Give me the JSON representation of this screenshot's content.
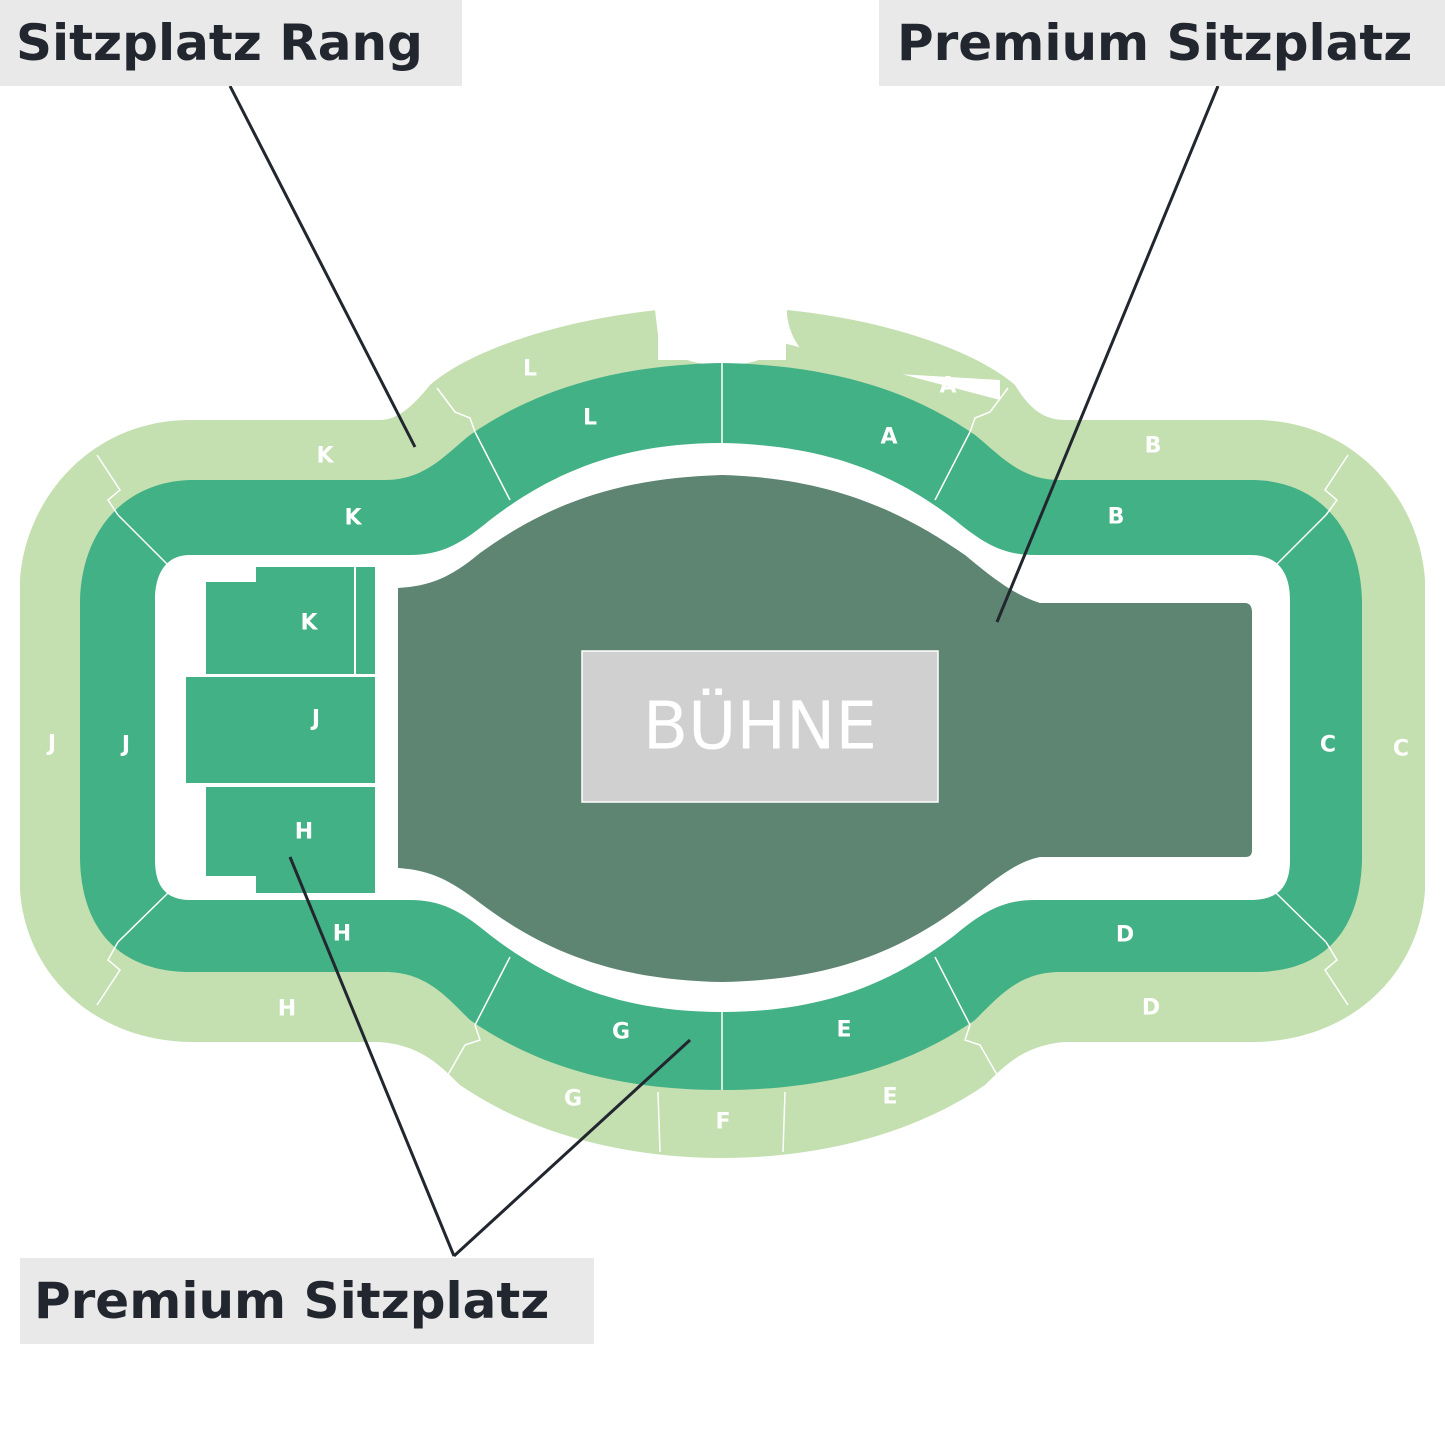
{
  "callouts": {
    "rang": "Sitzplatz Rang",
    "premium_top": "Premium Sitzplatz",
    "premium_bottom": "Premium Sitzplatz"
  },
  "stage": {
    "label": "BÜHNE"
  },
  "legend": {
    "outer_ring": "Sitzplatz Rang",
    "inner_ring": "Premium Sitzplatz",
    "floor": "Premium Sitzplatz"
  },
  "sections": {
    "outer": [
      "L",
      "A",
      "B",
      "C",
      "D",
      "E",
      "F",
      "G",
      "H",
      "J",
      "K"
    ],
    "inner": [
      "L",
      "A",
      "B",
      "C",
      "D",
      "E",
      "G",
      "H",
      "J",
      "K"
    ],
    "floor": [
      "K",
      "J",
      "H"
    ]
  },
  "colors": {
    "outer_ring": "#c4dfb0",
    "inner_ring": "#42b185",
    "arena_floor": "#5e8472",
    "stage": "#d0d0d0",
    "callout_bg": "#e9e9e9",
    "callout_text": "#22262f"
  }
}
